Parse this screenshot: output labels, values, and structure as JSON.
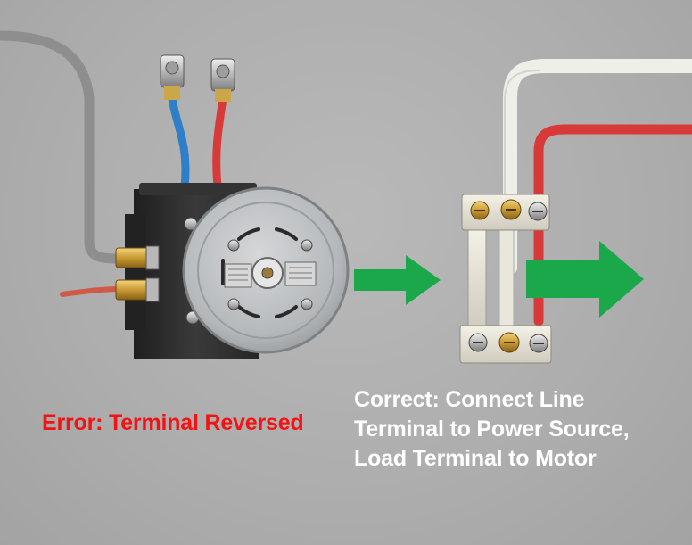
{
  "captions": {
    "error": "Error: Terminal Reversed",
    "correct_lines": [
      "Correct: Connect Line",
      "Terminal to Power Source,",
      "Load Terminal to Motor"
    ]
  },
  "colors": {
    "background": "#adadad",
    "error_text": "#f01414",
    "correct_text": "#ffffff",
    "arrow": "#1aa84a",
    "wire_red": "#d83a3a",
    "wire_blue": "#2f7fc8",
    "wire_white": "#efefea",
    "wire_gray": "#8e8e8e",
    "housing_dark": "#2c2c2c",
    "dial_gray": "#b9bcbf"
  }
}
